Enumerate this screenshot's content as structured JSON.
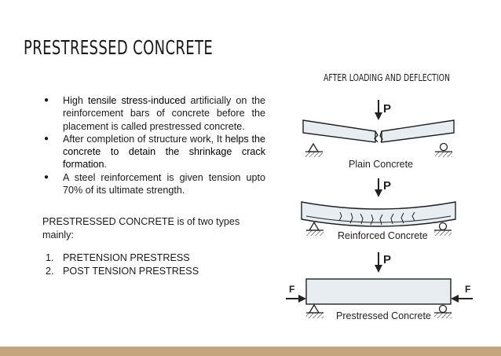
{
  "slide": {
    "title": "PRESTRESSED CONCRETE",
    "figure_caption": "AFTER LOADING  AND DEFLECTION",
    "bullets": [
      {
        "before": "High ",
        "emph": "tensile stress-induced",
        "after": " artificially on the reinforcement bars of concrete before the placement is called prestressed concrete."
      },
      {
        "before": " After completion of structure work, It ",
        "emph": "helps the concrete to detain the shrinkage crack formation",
        "after": "."
      },
      {
        "before": "A steel reinforcement is given tension upto 70% of its ultimate strength",
        "emph": "",
        "after": "."
      }
    ],
    "types_intro": "PRESTRESSED CONCRETE is of two types mainly:",
    "types": [
      {
        "num": "1.",
        "label": "PRETENSION PRESTRESS"
      },
      {
        "num": "2.",
        "label": "POST TENSION PRESTRESS"
      }
    ]
  },
  "figure": {
    "load_label": "P",
    "force_label": "F",
    "plain_label": "Plain Concrete",
    "reinforced_label": "Reinforced Concrete",
    "prestressed_label": "Prestressed Concrete"
  },
  "colors": {
    "footer": "#c4a57c",
    "beam_fill": "#e8edf1",
    "stroke": "#222222"
  }
}
